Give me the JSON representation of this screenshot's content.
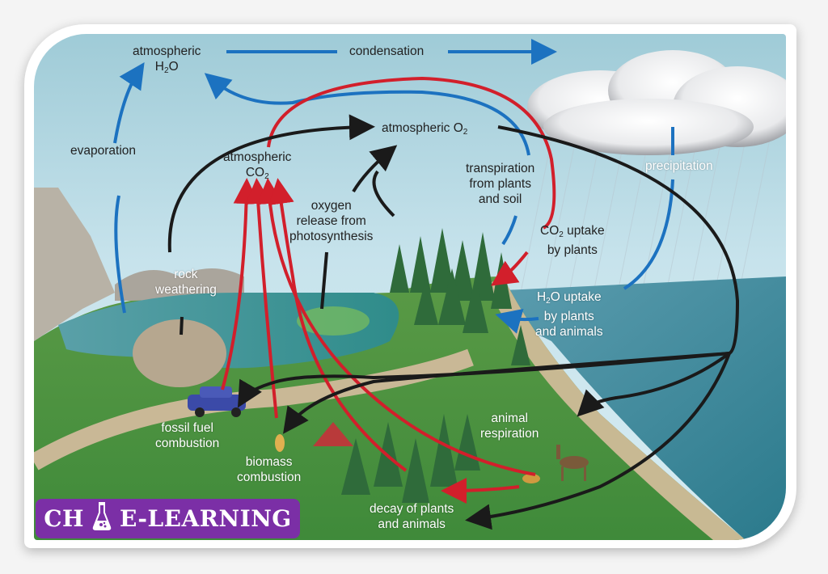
{
  "title": "Carbon, Oxygen and Water Cycles",
  "colors": {
    "water_arrow": "#1c72c0",
    "carbon_arrow": "#d21f2b",
    "oxygen_arrow": "#1a1a1a",
    "sky": "#a9d3df",
    "badge": "#7b2fa6"
  },
  "labels": {
    "atm_h2o": {
      "line1": "atmospheric",
      "line2_main": "H",
      "line2_sub": "2",
      "line2_rest": "O"
    },
    "condensation": "condensation",
    "evaporation": "evaporation",
    "atm_co2": {
      "line1": "atmospheric",
      "line2_main": "CO",
      "line2_sub": "2"
    },
    "atm_o2": {
      "main": "atmospheric O",
      "sub": "2"
    },
    "oxygen_release": {
      "line1": "oxygen",
      "line2": "release from",
      "line3": "photosynthesis"
    },
    "transpiration": {
      "line1": "transpiration",
      "line2": "from plants",
      "line3": "and soil"
    },
    "precipitation": "precipitation",
    "co2_uptake": {
      "line1_main": "CO",
      "line1_sub": "2",
      "line1_rest": " uptake",
      "line2": "by plants"
    },
    "h2o_uptake": {
      "line1_main": "H",
      "line1_sub": "2",
      "line1_rest": "O uptake",
      "line2": "by plants",
      "line3": "and animals"
    },
    "rock_weathering": {
      "line1": "rock",
      "line2": "weathering"
    },
    "fossil_fuel": {
      "line1": "fossil fuel",
      "line2": "combustion"
    },
    "biomass": {
      "line1": "biomass",
      "line2": "combustion"
    },
    "animal_respiration": {
      "line1": "animal",
      "line2": "respiration"
    },
    "decay": {
      "line1": "decay of plants",
      "line2": "and animals"
    }
  },
  "badge": {
    "left": "CH",
    "right": "E-LEARNING",
    "icon": "flask-icon"
  },
  "legend_semantics": {
    "blue": "water (H2O) flows",
    "red": "carbon dioxide (CO2) flows",
    "black": "oxygen (O2) flows"
  }
}
